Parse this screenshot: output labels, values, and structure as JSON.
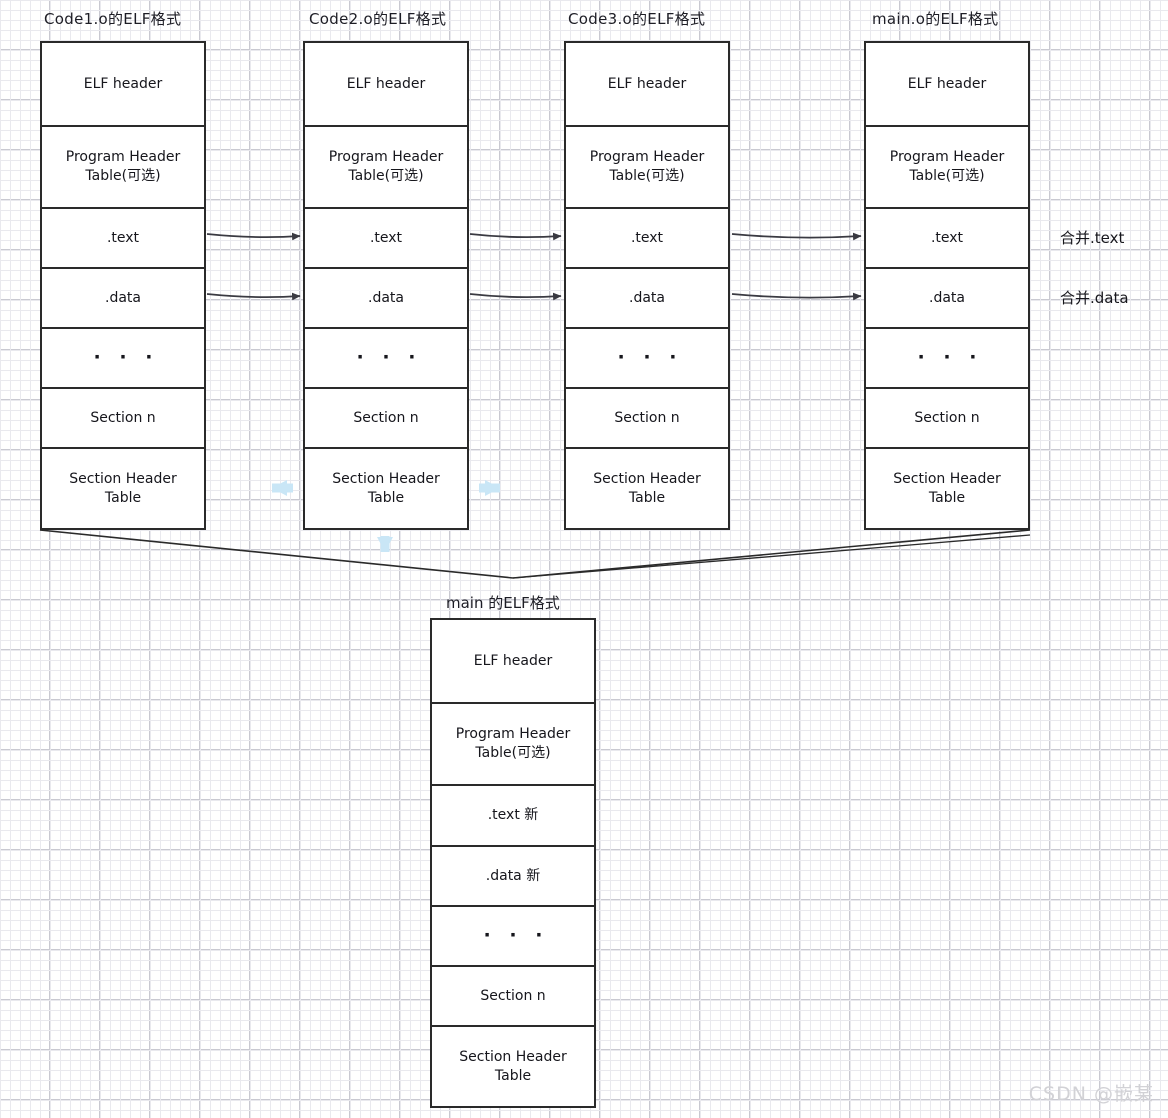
{
  "page": {
    "background": "#ffffff",
    "grid_minor_color": "#e9e9ee",
    "grid_major_color": "#c9c9d1",
    "stroke_color": "#2a2a2a",
    "accent_blue": "#c9e6f6"
  },
  "columns": [
    {
      "id": "code1",
      "title": "Code1.o的ELF格式",
      "rows": [
        {
          "label": "ELF header"
        },
        {
          "label": "Program Header\nTable(可选)"
        },
        {
          "label": ".text"
        },
        {
          "label": ".data"
        },
        {
          "label": "· · ·",
          "kind": "dots"
        },
        {
          "label": "Section n"
        },
        {
          "label": "Section Header\nTable"
        }
      ]
    },
    {
      "id": "code2",
      "title": "Code2.o的ELF格式",
      "rows": [
        {
          "label": "ELF header"
        },
        {
          "label": "Program Header\nTable(可选)"
        },
        {
          "label": ".text"
        },
        {
          "label": ".data"
        },
        {
          "label": "· · ·",
          "kind": "dots"
        },
        {
          "label": "Section n"
        },
        {
          "label": "Section Header\nTable"
        }
      ]
    },
    {
      "id": "code3",
      "title": "Code3.o的ELF格式",
      "rows": [
        {
          "label": "ELF header"
        },
        {
          "label": "Program Header\nTable(可选)"
        },
        {
          "label": ".text"
        },
        {
          "label": ".data"
        },
        {
          "label": "· · ·",
          "kind": "dots"
        },
        {
          "label": "Section n"
        },
        {
          "label": "Section Header\nTable"
        }
      ]
    },
    {
      "id": "maino",
      "title": "main.o的ELF格式",
      "rows": [
        {
          "label": "ELF header"
        },
        {
          "label": "Program Header\nTable(可选)"
        },
        {
          "label": ".text"
        },
        {
          "label": ".data"
        },
        {
          "label": "· · ·",
          "kind": "dots"
        },
        {
          "label": "Section n"
        },
        {
          "label": "Section Header\nTable"
        }
      ]
    }
  ],
  "merge_notes": {
    "text": "合并.text",
    "data": "合并.data"
  },
  "output": {
    "title": "main 的ELF格式",
    "rows": [
      {
        "label": "ELF header"
      },
      {
        "label": "Program Header\nTable(可选)"
      },
      {
        "label": ".text 新"
      },
      {
        "label": ".data 新"
      },
      {
        "label": "· · ·",
        "kind": "dots"
      },
      {
        "label": "Section n"
      },
      {
        "label": "Section Header\nTable"
      }
    ]
  },
  "watermark": "CSDN @嵌某"
}
